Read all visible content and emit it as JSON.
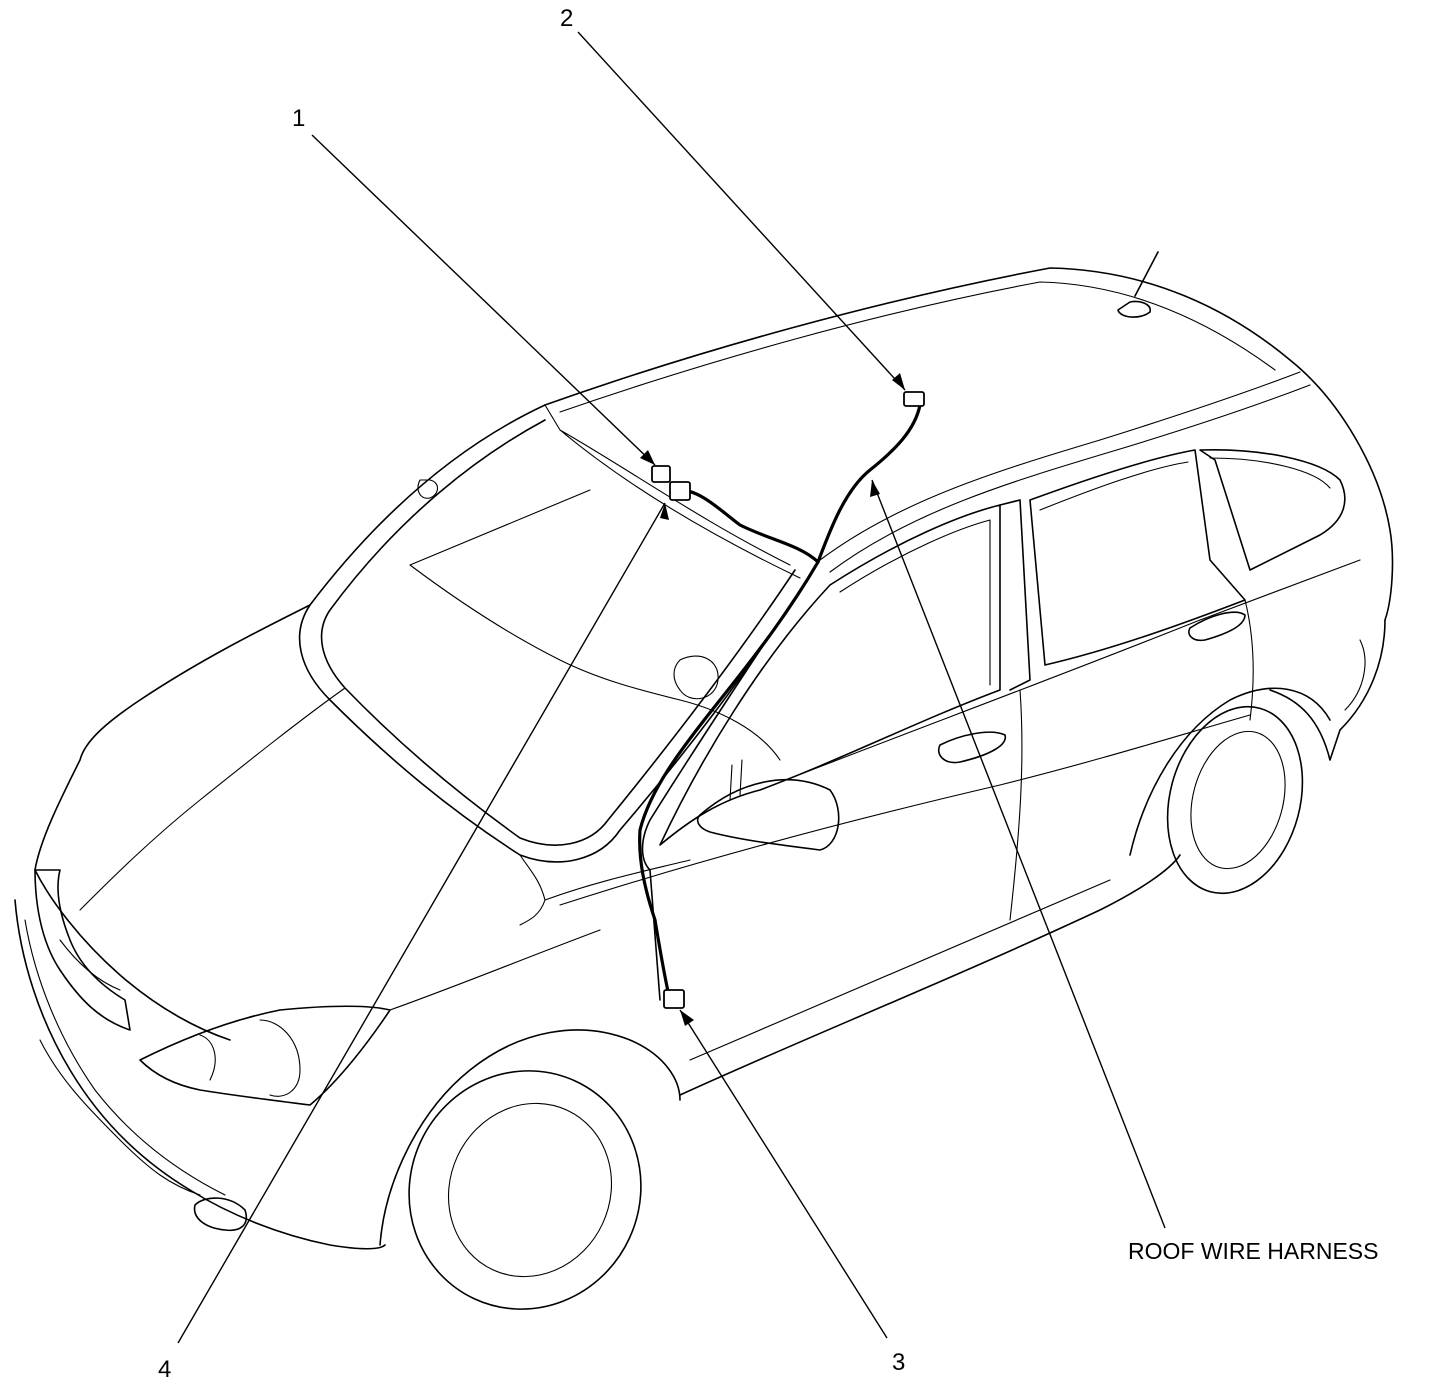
{
  "diagram": {
    "callouts": [
      {
        "id": "1",
        "label": "1"
      },
      {
        "id": "2",
        "label": "2"
      },
      {
        "id": "3",
        "label": "3"
      },
      {
        "id": "4",
        "label": "4"
      }
    ],
    "harness_label": "ROOF WIRE HARNESS",
    "colors": {
      "line": "#000000",
      "background": "#ffffff"
    }
  }
}
